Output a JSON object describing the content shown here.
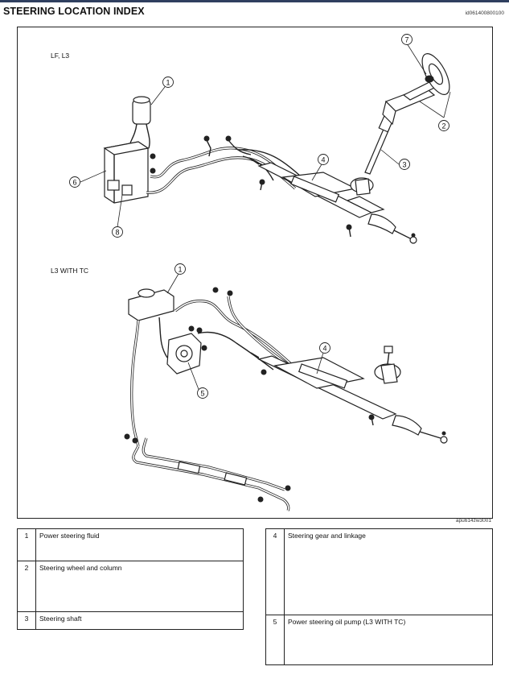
{
  "header": {
    "title": "STEERING LOCATION INDEX",
    "doc_id": "id061400800100"
  },
  "figure": {
    "variant_top": "LF, L3",
    "variant_bottom": "L3 WITH TC",
    "figure_code": "apu614zw3001",
    "callouts_top": [
      "1",
      "7",
      "2",
      "3",
      "4",
      "6",
      "8"
    ],
    "callouts_bottom": [
      "1",
      "4",
      "5"
    ]
  },
  "legend": {
    "left": [
      {
        "num": "1",
        "label": "Power steering fluid"
      },
      {
        "num": "2",
        "label": "Steering wheel and column"
      },
      {
        "num": "3",
        "label": "Steering shaft"
      }
    ],
    "right": [
      {
        "num": "4",
        "label": "Steering gear and linkage"
      },
      {
        "num": "5",
        "label": "Power steering oil pump (L3 WITH TC)"
      }
    ]
  }
}
